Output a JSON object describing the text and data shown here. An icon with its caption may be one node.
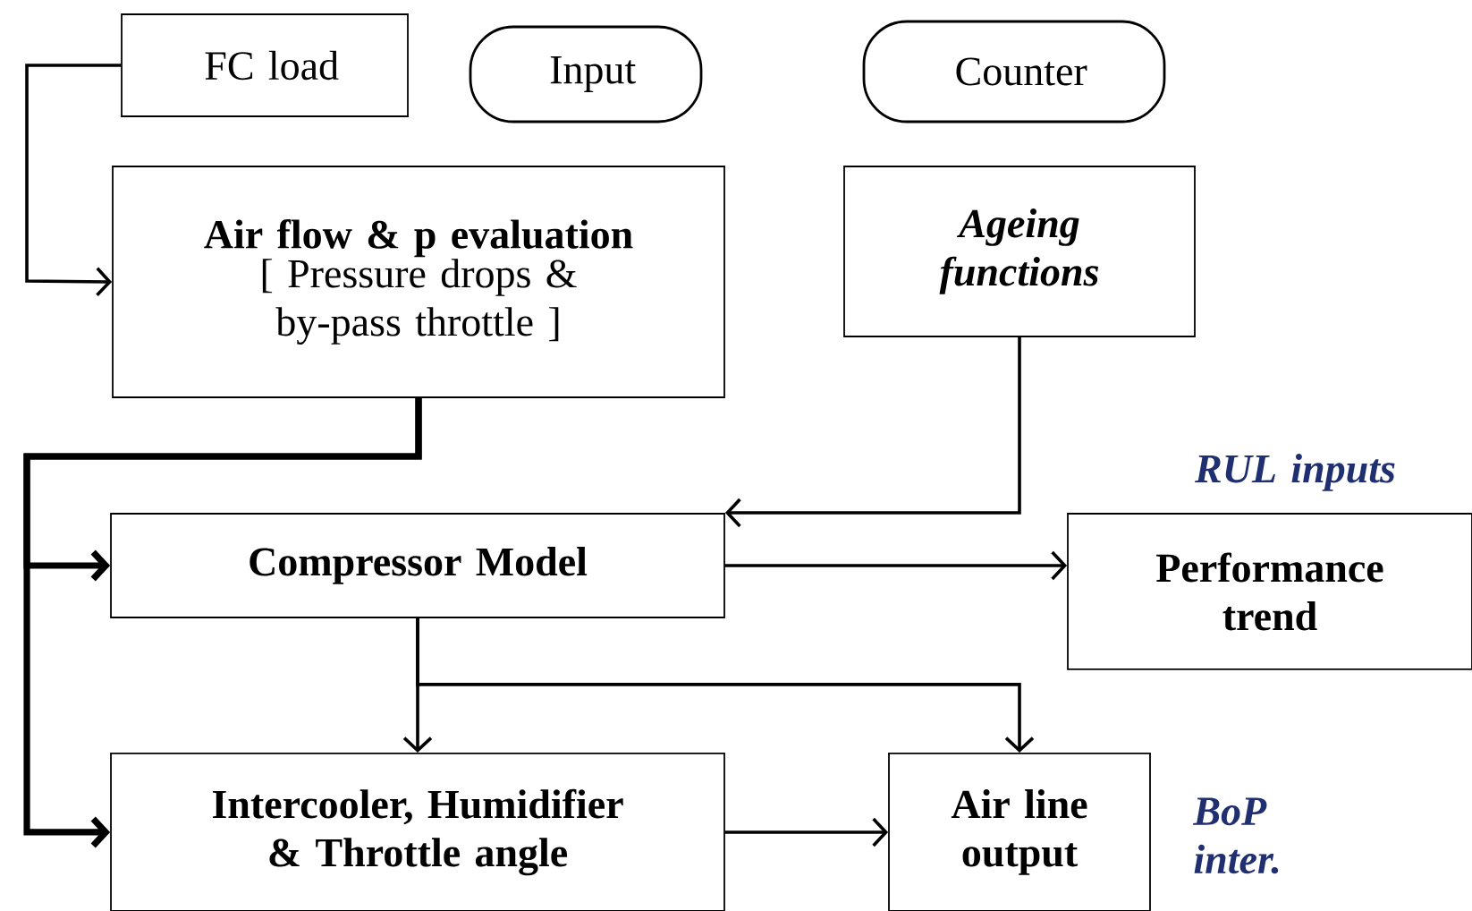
{
  "diagram": {
    "nodes": [
      {
        "text": [
          "FC load"
        ]
      },
      {
        "text": [
          "Input"
        ]
      },
      {
        "text": [
          "Counter"
        ]
      },
      {
        "text": [
          "Air flow & p evaluation",
          "[ Pressure drops & by-pass throttle ]"
        ]
      },
      {
        "text": [
          "Ageing functions"
        ]
      },
      {
        "text": [
          "Compressor Model"
        ]
      },
      {
        "text": [
          "Performance trend"
        ]
      },
      {
        "text": [
          "Intercooler, Humidifier & Throttle angle"
        ]
      },
      {
        "text": [
          "Air line output"
        ]
      }
    ],
    "edges": [
      {
        "from": 0,
        "to": 3,
        "arrow": "to"
      },
      {
        "from": 3,
        "to": 5,
        "arrow": "to",
        "style": "thick"
      },
      {
        "from": 3,
        "to": 7,
        "arrow": "to",
        "style": "thick"
      },
      {
        "from": 4,
        "to": 5,
        "arrow": "to"
      },
      {
        "from": 5,
        "to": 6,
        "arrow": "to"
      },
      {
        "from": 5,
        "to": 7,
        "arrow": "to"
      },
      {
        "from": 5,
        "to": 8,
        "arrow": "to"
      },
      {
        "from": 7,
        "to": 8,
        "arrow": "to"
      }
    ],
    "labels": [
      "RUL inputs",
      "BoP inter."
    ]
  }
}
